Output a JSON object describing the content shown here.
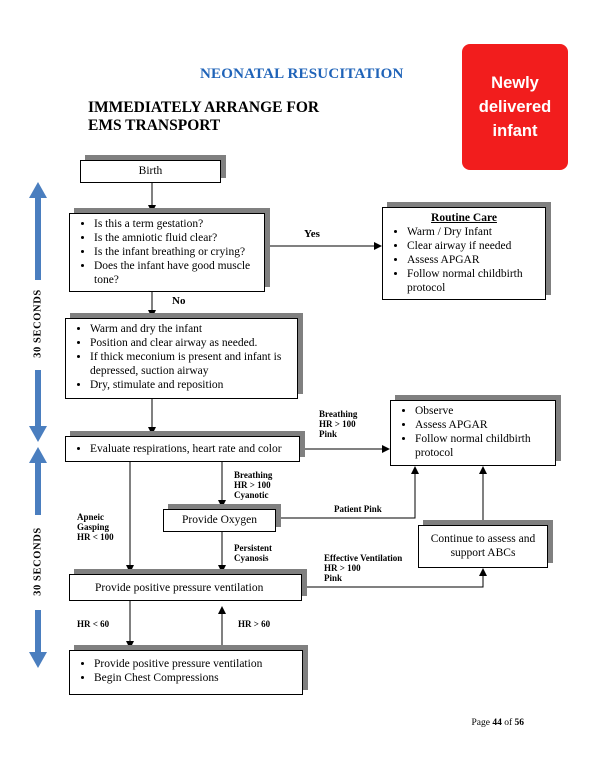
{
  "title": "NEONATAL RESUCITATION",
  "heading": [
    "IMMEDIATELY ARRANGE FOR",
    "EMS TRANSPORT"
  ],
  "badge": [
    "Newly",
    "delivered",
    "infant"
  ],
  "boxes": {
    "birth": "Birth",
    "questions": [
      "Is this a term gestation?",
      "Is the amniotic fluid clear?",
      "Is the infant breathing or crying?",
      "Does the infant have good muscle tone?"
    ],
    "routine_care": {
      "title": "Routine Care",
      "items": [
        "Warm / Dry Infant",
        "Clear airway if needed",
        "Assess APGAR",
        "Follow normal childbirth protocol"
      ]
    },
    "initial_steps": [
      "Warm and dry the infant",
      "Position and clear airway as needed.",
      "If thick meconium is present and infant is depressed, suction airway",
      "Dry, stimulate and reposition"
    ],
    "observe": [
      "Observe",
      "Assess APGAR",
      "Follow normal childbirth protocol"
    ],
    "evaluate": "Evaluate respirations, heart rate and color",
    "oxygen": "Provide Oxygen",
    "continue": "Continue to assess and support ABCs",
    "ppv": "Provide positive pressure ventilation",
    "compressions": [
      "Provide positive pressure ventilation",
      "Begin Chest Compressions"
    ]
  },
  "labels": {
    "yes": "Yes",
    "no": "No",
    "breathing_pink": [
      "Breathing",
      "HR > 100",
      "Pink"
    ],
    "breathing_cyanotic": [
      "Breathing",
      "HR > 100",
      "Cyanotic"
    ],
    "patient_pink": "Patient Pink",
    "apneic": [
      "Apneic",
      "Gasping",
      "HR < 100"
    ],
    "persistent": [
      "Persistent",
      "Cyanosis"
    ],
    "effective": [
      "Effective Ventilation",
      "HR > 100",
      "Pink"
    ],
    "hr_lt_60": "HR < 60",
    "hr_gt_60": "HR > 60"
  },
  "side_labels": [
    "30 SECONDS",
    "30 SECONDS"
  ],
  "footer": {
    "prefix": "Page ",
    "page": "44",
    "mid": " of ",
    "total": "56"
  },
  "colors": {
    "title": "#1f63b8",
    "badge": "#f21d1d",
    "side_arrow": "#4a7ebf",
    "shadow": "#808080"
  }
}
